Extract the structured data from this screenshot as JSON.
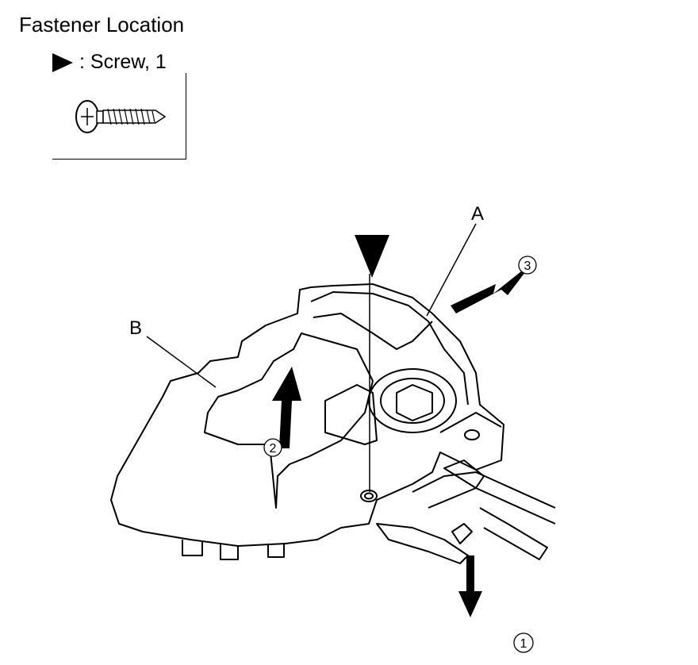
{
  "header": {
    "title": "Fastener Location"
  },
  "legend": {
    "symbol_icon": "filled-triangle-pointer-icon",
    "label": ": Screw, 1",
    "screw_icon": "screw-icon"
  },
  "callouts": {
    "a": "A",
    "b": "B"
  },
  "steps": {
    "one": "1",
    "two": "2",
    "three": "3"
  }
}
